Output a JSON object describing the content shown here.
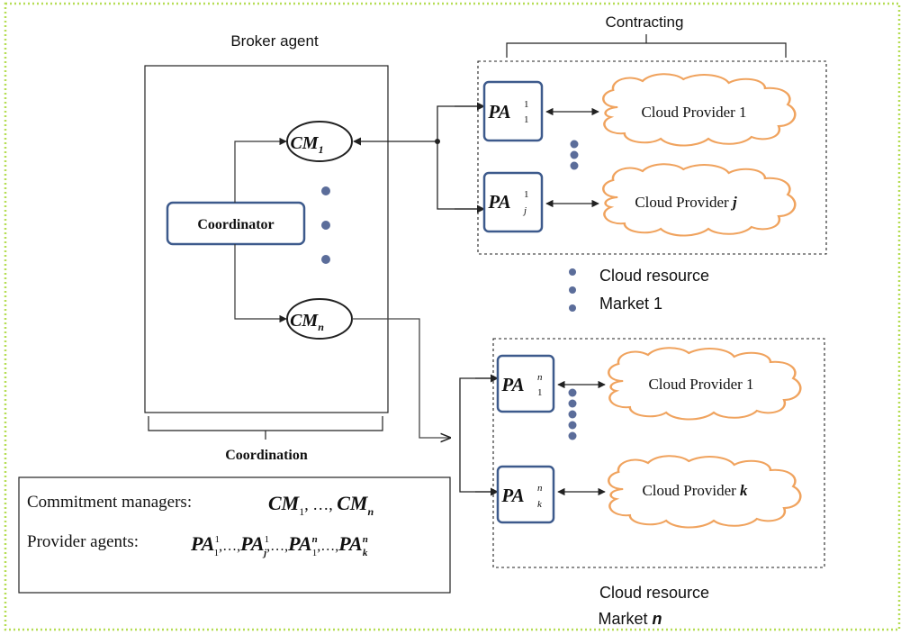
{
  "broker": {
    "title": "Broker agent",
    "coordinator": "Coordinator",
    "cm_first": {
      "base": "CM",
      "sub": "1"
    },
    "cm_last": {
      "base": "CM",
      "sub": "n"
    },
    "coordination": "Coordination"
  },
  "contracting": "Contracting",
  "market1": {
    "pa_top": {
      "base": "PA",
      "sub": "1",
      "sup": "1"
    },
    "pa_bottom": {
      "base": "PA",
      "sub": "j",
      "sup": "1"
    },
    "cloud_top": "Cloud Provider 1",
    "cloud_bottom": "Cloud Provider ",
    "cloud_bottom_italic": "j",
    "label_line1": "Cloud resource",
    "label_line2": "Market 1"
  },
  "marketn": {
    "pa_top": {
      "base": "PA",
      "sub": "1",
      "sup": "n"
    },
    "pa_bottom": {
      "base": "PA",
      "sub": "k",
      "sup": "n"
    },
    "cloud_top": "Cloud Provider 1",
    "cloud_bottom": "Cloud Provider ",
    "cloud_bottom_italic": "k",
    "label_line1": "Cloud resource",
    "label_line2": "Market ",
    "label_line2_italic": "n"
  },
  "legend": {
    "commitment_label": "Commitment managers:",
    "provider_label": "Provider agents:"
  },
  "colors": {
    "frame": "#b6dd55",
    "agent_box": "#3d5a8c",
    "dot": "#5b6d9a",
    "cloud_stroke": "#f0a35e"
  }
}
